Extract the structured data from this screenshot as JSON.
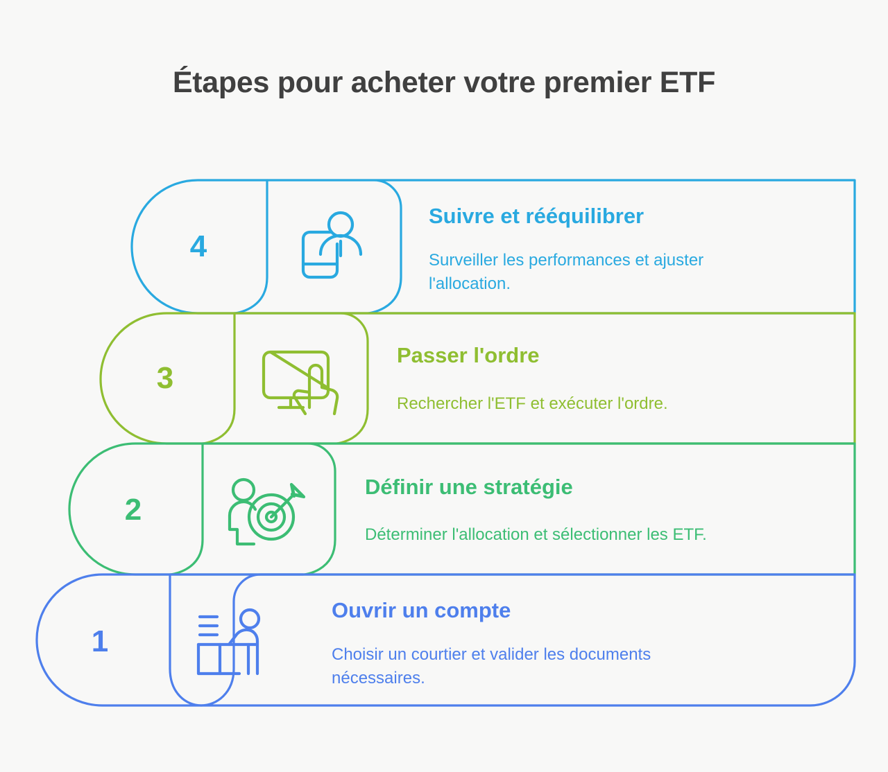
{
  "page": {
    "title": "Étapes pour acheter votre premier ETF",
    "background_color": "#f8f8f7",
    "title_color": "#404040"
  },
  "steps": [
    {
      "number": "4",
      "title": "Suivre et rééquilibrer",
      "desc_line1": "Surveiller les performances et ajuster",
      "desc_line2": "l'allocation.",
      "color": "#29a9e0",
      "icon": "person-with-phone-icon"
    },
    {
      "number": "3",
      "title": "Passer l'ordre",
      "desc_line1": "Rechercher l'ETF et exécuter l'ordre.",
      "desc_line2": "",
      "color": "#8fbe31",
      "icon": "monitor-click-icon"
    },
    {
      "number": "2",
      "title": "Définir une stratégie",
      "desc_line1": "Déterminer l'allocation et sélectionner les ETF.",
      "desc_line2": "",
      "color": "#3cbd74",
      "icon": "person-target-arrow-icon"
    },
    {
      "number": "1",
      "title": "Ouvrir un compte",
      "desc_line1": "Choisir un courtier et valider les documents",
      "desc_line2": "nécessaires.",
      "color": "#4e7fec",
      "icon": "person-at-desk-icon"
    }
  ]
}
